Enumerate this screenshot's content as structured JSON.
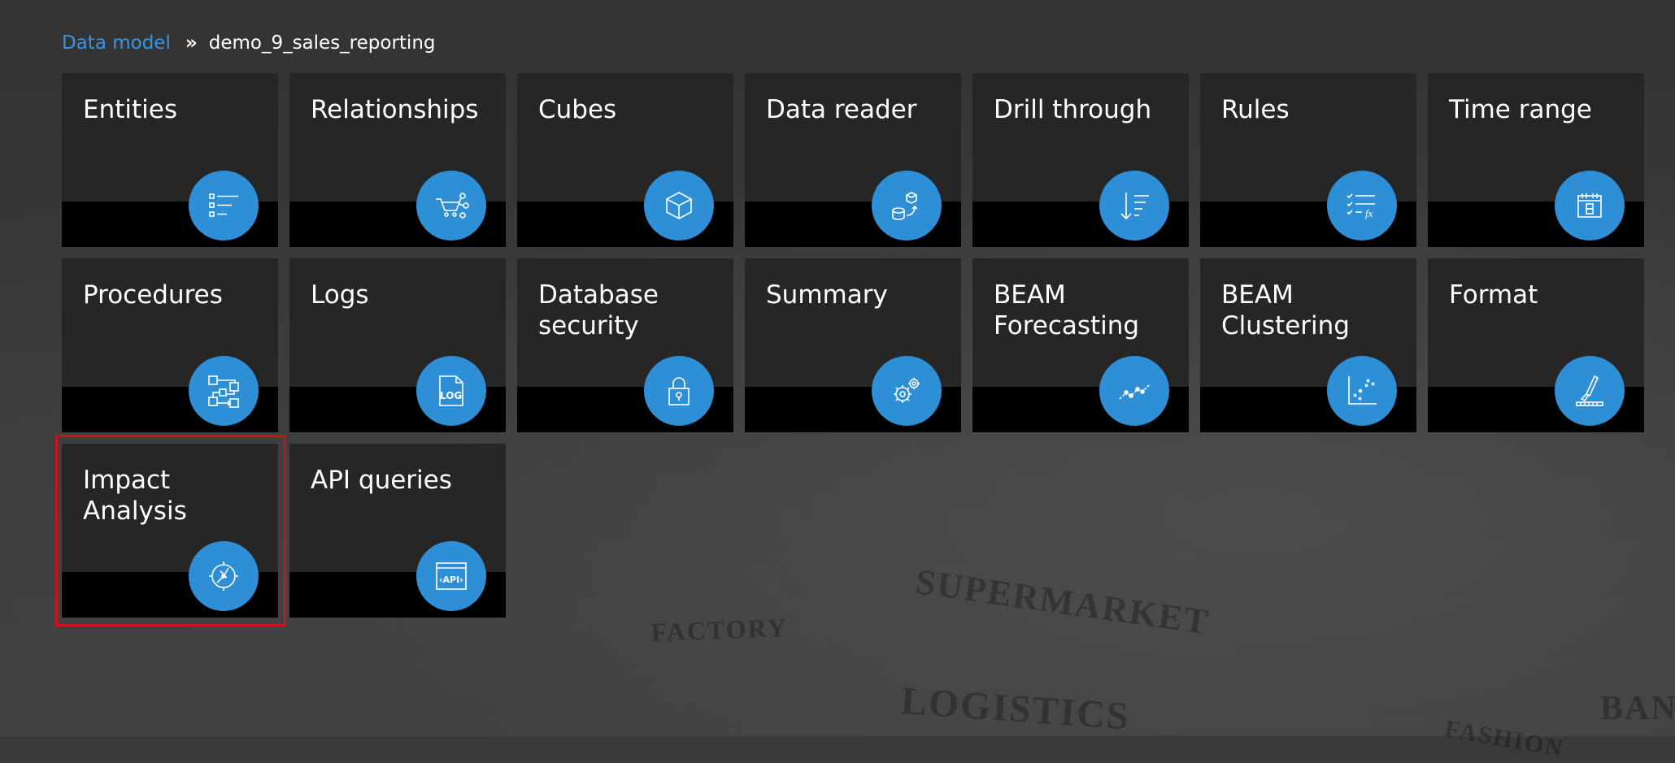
{
  "breadcrumb": {
    "root": "Data model",
    "separator": "»",
    "current": "demo_9_sales_reporting"
  },
  "tiles": [
    {
      "label": "Entities",
      "icon": "list-icon"
    },
    {
      "label": "Relationships",
      "icon": "cart-relationship-icon"
    },
    {
      "label": "Cubes",
      "icon": "cube-icon"
    },
    {
      "label": "Data reader",
      "icon": "data-reader-icon"
    },
    {
      "label": "Drill through",
      "icon": "drill-through-icon"
    },
    {
      "label": "Rules",
      "icon": "rules-fx-icon"
    },
    {
      "label": "Time range",
      "icon": "calendar-icon"
    },
    {
      "label": "Procedures",
      "icon": "procedure-flow-icon"
    },
    {
      "label": "Logs",
      "icon": "log-file-icon"
    },
    {
      "label": "Database\nsecurity",
      "icon": "lock-icon"
    },
    {
      "label": "Summary",
      "icon": "gears-icon"
    },
    {
      "label": "BEAM\nForecasting",
      "icon": "trend-line-icon"
    },
    {
      "label": "BEAM\nClustering",
      "icon": "scatter-cluster-icon"
    },
    {
      "label": "Format",
      "icon": "brush-icon"
    },
    {
      "label": "Impact\nAnalysis",
      "icon": "impact-radar-icon"
    },
    {
      "label": "API queries",
      "icon": "api-window-icon"
    }
  ],
  "selected_tile": "Impact\nAnalysis",
  "colors": {
    "accent": "#2e8fd6",
    "link": "#3d93dc",
    "tile": "#262626",
    "selection": "#d0101a"
  },
  "background_words": [
    "SUPERMARKET",
    "FACTORY",
    "LOGISTICS",
    "FASHION",
    "BANK"
  ]
}
